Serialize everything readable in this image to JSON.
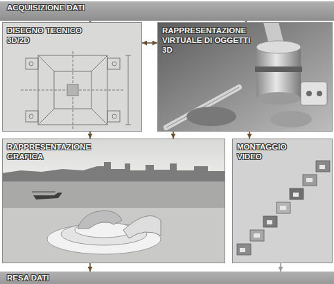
{
  "diagram": {
    "nodes": [
      {
        "text": [
          "ACQUISIZIONE DATI"
        ]
      },
      {
        "text": [
          "DISEGNO TECNICO 3D/2D"
        ]
      },
      {
        "text": [
          "RAPPRESENTAZIONE VIRTUALE DI OGGETTI 3D"
        ]
      },
      {
        "text": [
          "RAPPRESENTAZIONE GRAFICA"
        ]
      },
      {
        "text": [
          "MONTAGGIO VIDEO"
        ]
      },
      {
        "text": [
          "RESA DATI"
        ]
      }
    ],
    "edges": [
      {
        "from": 0,
        "to": 1,
        "arrow": "to"
      },
      {
        "from": 0,
        "to": 2,
        "arrow": "to"
      },
      {
        "from": 1,
        "to": 2,
        "arrow": "both"
      },
      {
        "from": 1,
        "to": 3,
        "arrow": "to"
      },
      {
        "from": 2,
        "to": 3,
        "arrow": "to"
      },
      {
        "from": 2,
        "to": 4,
        "arrow": "to"
      },
      {
        "from": 3,
        "to": 5,
        "arrow": "to"
      },
      {
        "from": 4,
        "to": 5,
        "arrow": "to"
      }
    ]
  }
}
